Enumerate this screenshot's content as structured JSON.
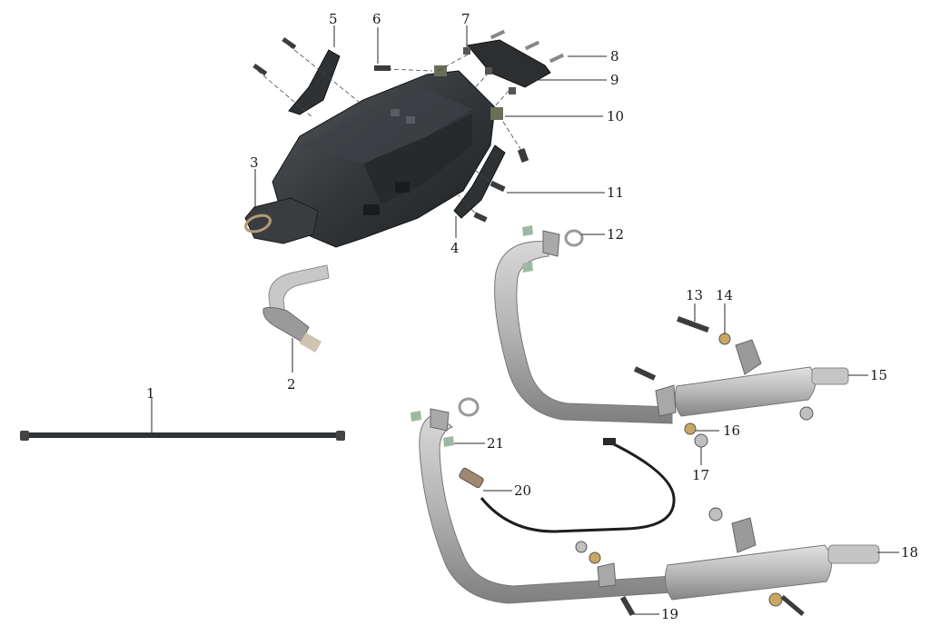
{
  "diagram": {
    "callouts": [
      {
        "id": "1",
        "label": "1"
      },
      {
        "id": "2",
        "label": "2"
      },
      {
        "id": "3",
        "label": "3"
      },
      {
        "id": "4",
        "label": "4"
      },
      {
        "id": "5",
        "label": "5"
      },
      {
        "id": "6",
        "label": "6"
      },
      {
        "id": "7",
        "label": "7"
      },
      {
        "id": "8",
        "label": "8"
      },
      {
        "id": "9",
        "label": "9"
      },
      {
        "id": "10",
        "label": "10"
      },
      {
        "id": "11",
        "label": "11"
      },
      {
        "id": "12",
        "label": "12"
      },
      {
        "id": "13",
        "label": "13"
      },
      {
        "id": "14",
        "label": "14"
      },
      {
        "id": "15",
        "label": "15"
      },
      {
        "id": "16",
        "label": "16"
      },
      {
        "id": "17",
        "label": "17"
      },
      {
        "id": "18",
        "label": "18"
      },
      {
        "id": "19",
        "label": "19"
      },
      {
        "id": "20",
        "label": "20"
      },
      {
        "id": "21",
        "label": "21"
      }
    ],
    "colors": {
      "housing": "#2b2e31",
      "housing_light": "#4a4e52",
      "pipe": "#b9b9b9",
      "pipe_dark": "#8e8e8e",
      "bolt": "#3c3c3c",
      "nut_green": "#9fb8a4",
      "line": "#2a2a2a"
    }
  }
}
